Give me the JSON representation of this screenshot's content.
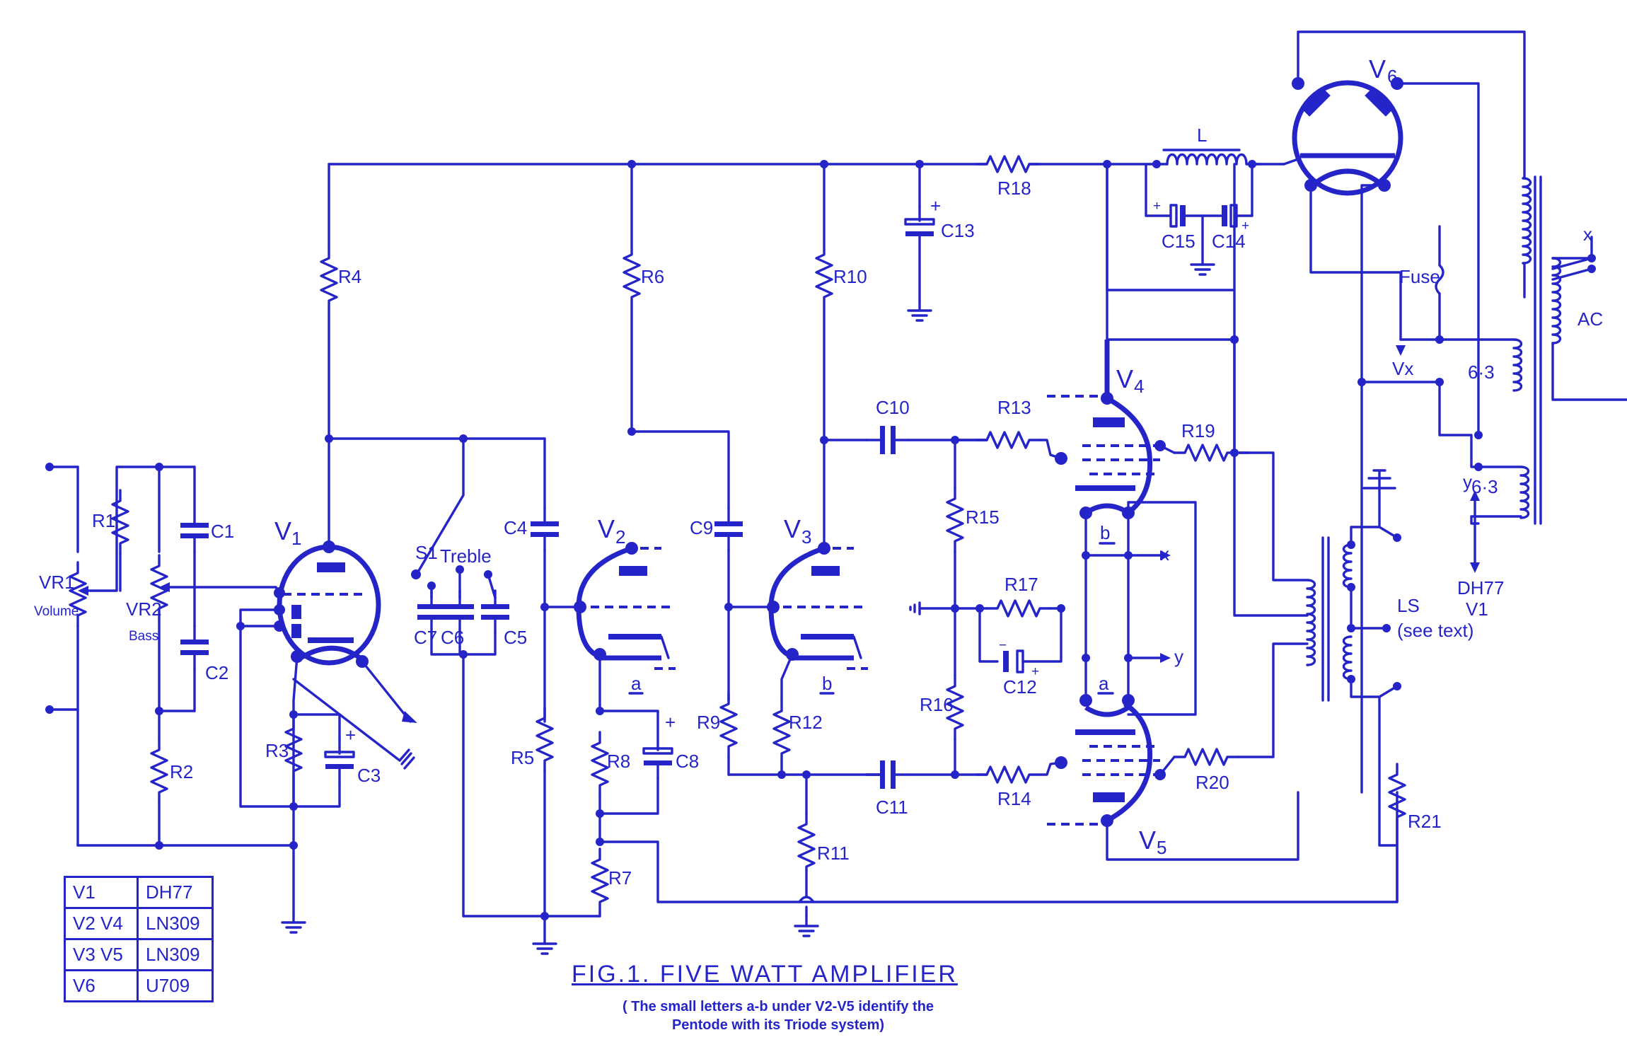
{
  "figure": {
    "title": "FIG.1.   FIVE   WATT   AMPLIFIER",
    "subtitle_line1": "( The small letters a-b under V2-V5 identify the",
    "subtitle_line2": "Pentode with its Triode system)"
  },
  "valves": [
    {
      "ref": "V1",
      "label": "V",
      "sub": "1"
    },
    {
      "ref": "V2",
      "label": "V",
      "sub": "2"
    },
    {
      "ref": "V3",
      "label": "V",
      "sub": "3"
    },
    {
      "ref": "V4",
      "label": "V",
      "sub": "4"
    },
    {
      "ref": "V5",
      "label": "V",
      "sub": "5"
    },
    {
      "ref": "V6",
      "label": "V",
      "sub": "6"
    }
  ],
  "resistors": {
    "R1": "R1",
    "R2": "R2",
    "R3": "R3",
    "R4": "R4",
    "R5": "R5",
    "R6": "R6",
    "R7": "R7",
    "R8": "R8",
    "R9": "R9",
    "R10": "R10",
    "R11": "R11",
    "R12": "R12",
    "R13": "R13",
    "R14": "R14",
    "R15": "R15",
    "R16": "R16",
    "R17": "R17",
    "R18": "R18",
    "R19": "R19",
    "R20": "R20",
    "R21": "R21"
  },
  "capacitors": {
    "C1": "C1",
    "C2": "C2",
    "C3": "C3",
    "C4": "C4",
    "C5": "C5",
    "C6": "C6",
    "C7": "C7",
    "C8": "C8",
    "C9": "C9",
    "C10": "C10",
    "C11": "C11",
    "C12": "C12",
    "C13": "C13",
    "C14": "C14",
    "C15": "C15"
  },
  "controls": {
    "VR1": "VR1",
    "VR1_name": "Volume",
    "VR2": "VR2",
    "VR2_name": "Bass",
    "S1": "S1",
    "treble": "Treble"
  },
  "misc": {
    "choke": "L",
    "fuse": "Fuse",
    "ac": "AC",
    "ls": "LS",
    "ls_note": "(see text)",
    "heater1": "6·3",
    "heater2": "6·3",
    "vx": "Vx",
    "y": "y",
    "x": "x",
    "dh77": "DH77",
    "v1": "V1",
    "a": "a",
    "b": "b",
    "plus": "+",
    "minus": "−"
  },
  "valve_table": [
    {
      "valves": "V1",
      "type": "DH77"
    },
    {
      "valves": "V2  V4",
      "type": "LN309"
    },
    {
      "valves": "V3  V5",
      "type": "LN309"
    },
    {
      "valves": "V6",
      "type": "U709"
    }
  ]
}
